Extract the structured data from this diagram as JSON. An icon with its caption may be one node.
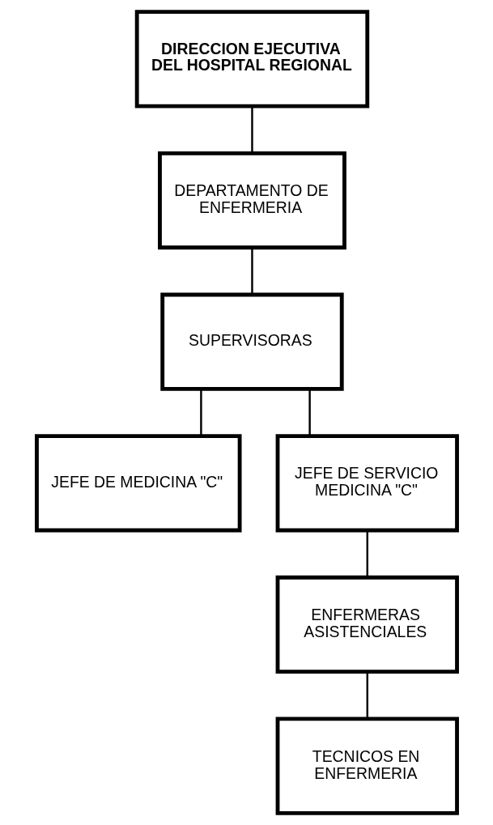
{
  "diagram": {
    "nodes": [
      {
        "text": [
          "DIRECCION EJECUTIVA DEL HOSPITAL REGIONAL"
        ]
      },
      {
        "text": [
          "DEPARTAMENTO DE ENFERMERIA"
        ]
      },
      {
        "text": [
          "SUPERVISORAS"
        ]
      },
      {
        "text": [
          "JEFE DE MEDICINA \"C\""
        ]
      },
      {
        "text": [
          "JEFE DE SERVICIO MEDICINA \"C\""
        ]
      },
      {
        "text": [
          "ENFERMERAS ASISTENCIALES"
        ]
      },
      {
        "text": [
          "TECNICOS EN ENFERMERIA"
        ]
      }
    ],
    "edges": [
      {
        "from": 0,
        "to": 1,
        "arrow": "none"
      },
      {
        "from": 1,
        "to": 2,
        "arrow": "none"
      },
      {
        "from": 2,
        "to": 3,
        "arrow": "none"
      },
      {
        "from": 2,
        "to": 4,
        "arrow": "none"
      },
      {
        "from": 4,
        "to": 5,
        "arrow": "none"
      },
      {
        "from": 5,
        "to": 6,
        "arrow": "none"
      }
    ]
  }
}
